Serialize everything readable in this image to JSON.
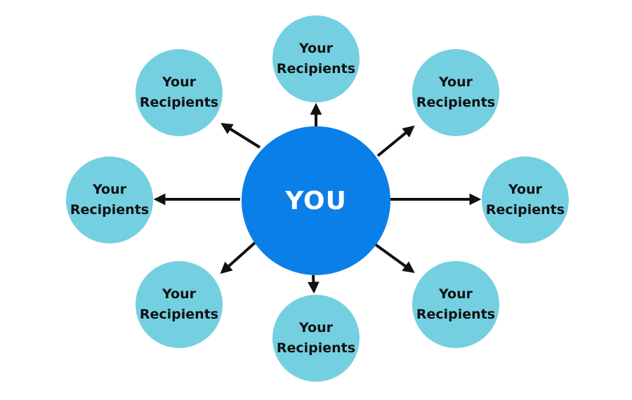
{
  "colors": {
    "center_fill": "#0a7fe8",
    "recipient_fill": "#74cfe1",
    "arrow": "#111111",
    "center_text": "#ffffff",
    "recipient_text": "#111111"
  },
  "center": {
    "label": "YOU"
  },
  "recipients": {
    "top": {
      "label": "Your Recipients"
    },
    "top_left": {
      "label": "Your Recipients"
    },
    "top_right": {
      "label": "Your Recipients"
    },
    "left": {
      "label": "Your Recipients"
    },
    "right": {
      "label": "Your Recipients"
    },
    "bottom_left": {
      "label": "Your Recipients"
    },
    "bottom_right": {
      "label": "Your Recipients"
    },
    "bottom": {
      "label": "Your Recipients"
    }
  }
}
